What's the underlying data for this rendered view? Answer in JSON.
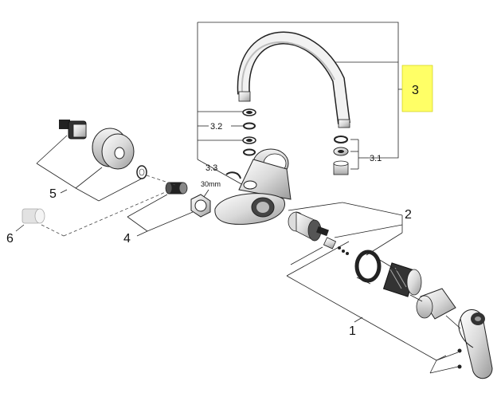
{
  "callouts": {
    "c1": "1",
    "c2": "2",
    "c3": "3",
    "c3_1": "3.1",
    "c3_2": "3.2",
    "c3_3": "3.3",
    "c4": "4",
    "c5": "5",
    "c6": "6",
    "size_30mm": "30mm"
  },
  "colors": {
    "highlight": "#ffff66",
    "part_fill": "#e8e8e8",
    "part_dark": "#222222"
  }
}
